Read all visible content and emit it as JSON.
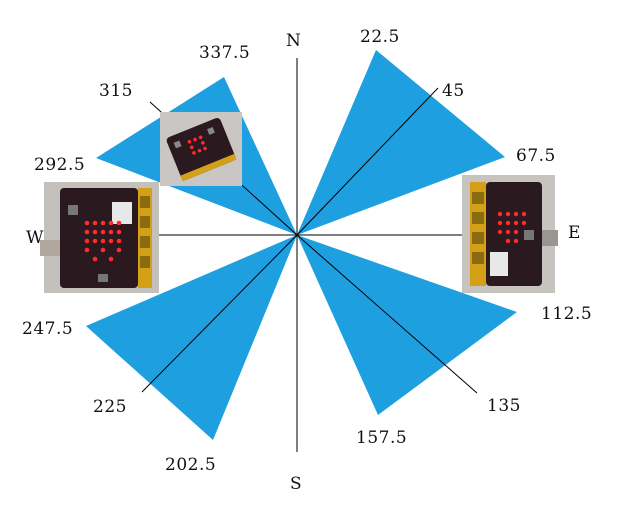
{
  "colors": {
    "wedge": "#1E9FE0",
    "line": "#000000",
    "board": "#2a1a1f",
    "led": "#ff2a2a",
    "gold": "#d4a017",
    "photo_bg": "#c8c4c0"
  },
  "cardinals": {
    "n": "N",
    "e": "E",
    "s": "S",
    "w": "W"
  },
  "degrees": {
    "d22_5": "22.5",
    "d45": "45",
    "d67_5": "67.5",
    "d112_5": "112.5",
    "d135": "135",
    "d157_5": "157.5",
    "d202_5": "202.5",
    "d225": "225",
    "d247_5": "247.5",
    "d292_5": "292.5",
    "d315": "315",
    "d337_5": "337.5"
  },
  "photos": [
    {
      "name": "microbit-photo-northwest",
      "icon": "microbit-board-tilted-icon"
    },
    {
      "name": "microbit-photo-west",
      "icon": "microbit-board-west-icon"
    },
    {
      "name": "microbit-photo-east",
      "icon": "microbit-board-east-icon"
    }
  ]
}
